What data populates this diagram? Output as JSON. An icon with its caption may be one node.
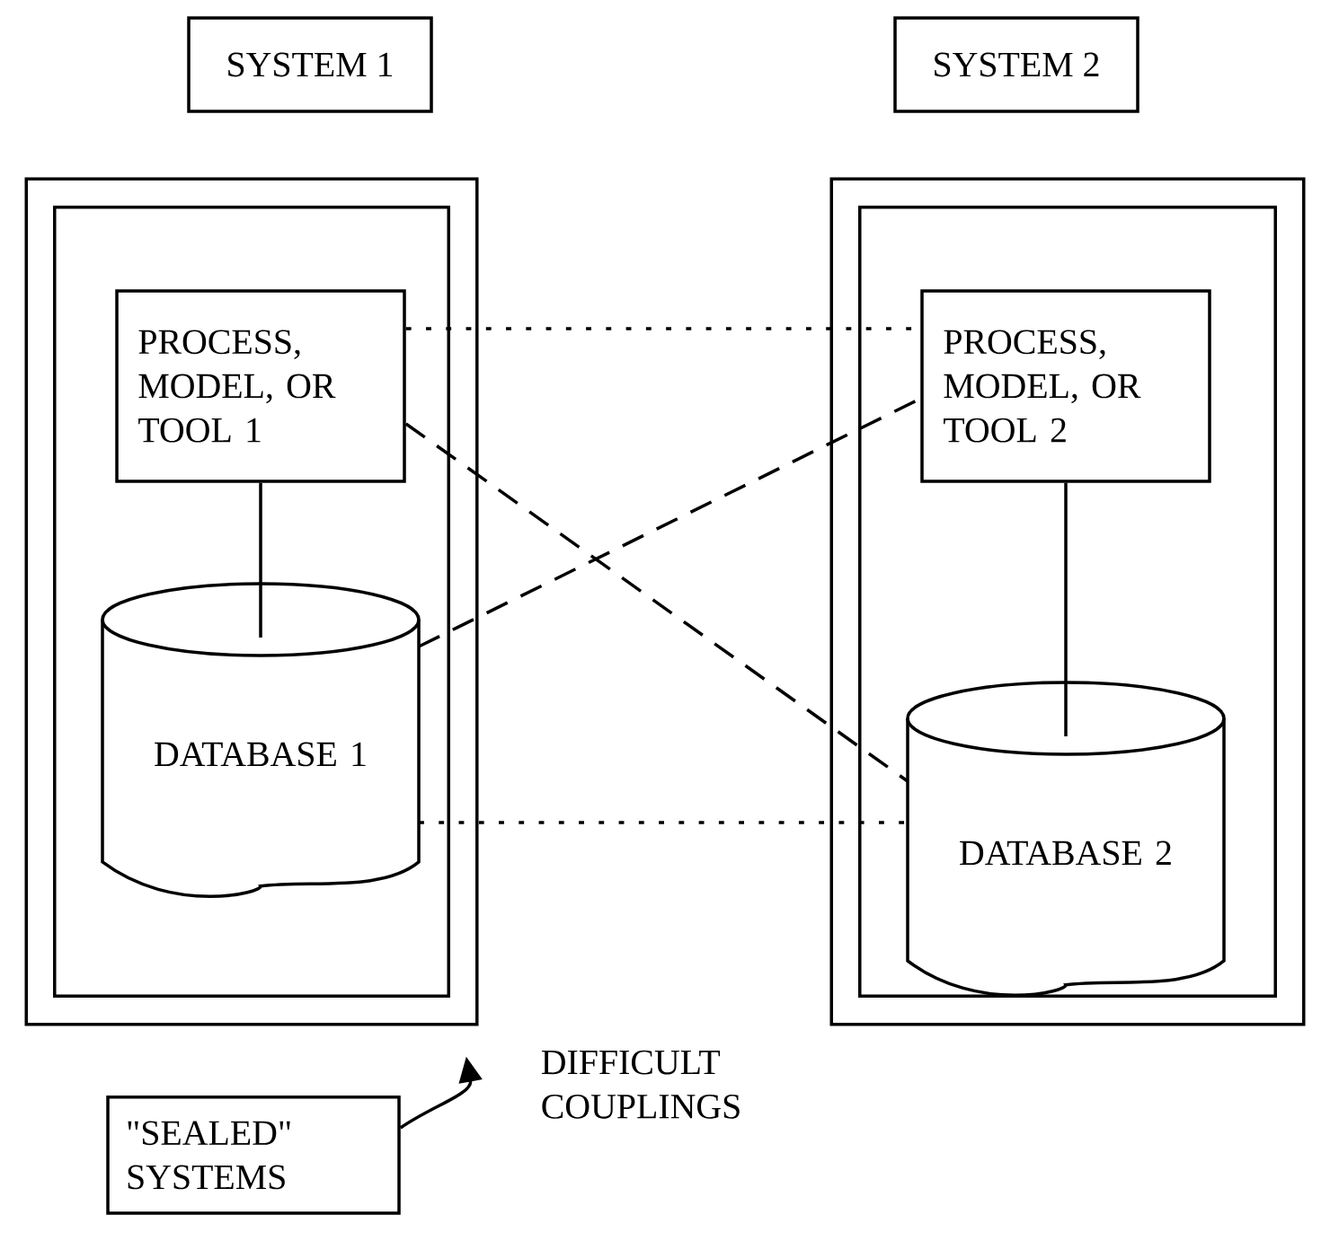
{
  "diagram": {
    "nodes": [
      {
        "text": [
          "SYSTEM 1"
        ]
      },
      {
        "text": [
          "SYSTEM 2"
        ]
      },
      {
        "text": [],
        "shape": "box"
      },
      {
        "text": [
          "PROCESS, MODEL, OR TOOL 1"
        ],
        "in": 2
      },
      {
        "text": [
          "DATABASE 1"
        ],
        "in": 2
      },
      {
        "text": [],
        "shape": "box"
      },
      {
        "text": [
          "PROCESS, MODEL, OR TOOL 2"
        ],
        "in": 5
      },
      {
        "text": [
          "DATABASE 2"
        ],
        "in": 5
      },
      {
        "text": [
          "\"SEALED\" SYSTEMS"
        ]
      }
    ],
    "edges": [
      {
        "from": 3,
        "to": 4,
        "arrow": "none"
      },
      {
        "from": 6,
        "to": 7,
        "arrow": "none"
      },
      {
        "from": 3,
        "to": 6,
        "arrow": "none",
        "style": "dashed"
      },
      {
        "from": 3,
        "to": 7,
        "arrow": "none",
        "style": "dashed"
      },
      {
        "from": 4,
        "to": 6,
        "arrow": "none",
        "style": "dashed"
      },
      {
        "from": 4,
        "to": 7,
        "arrow": "none",
        "style": "dashed"
      },
      {
        "from": 8,
        "to": 2,
        "arrow": "to"
      }
    ],
    "labels": [
      "DIFFICULT COUPLINGS"
    ]
  }
}
